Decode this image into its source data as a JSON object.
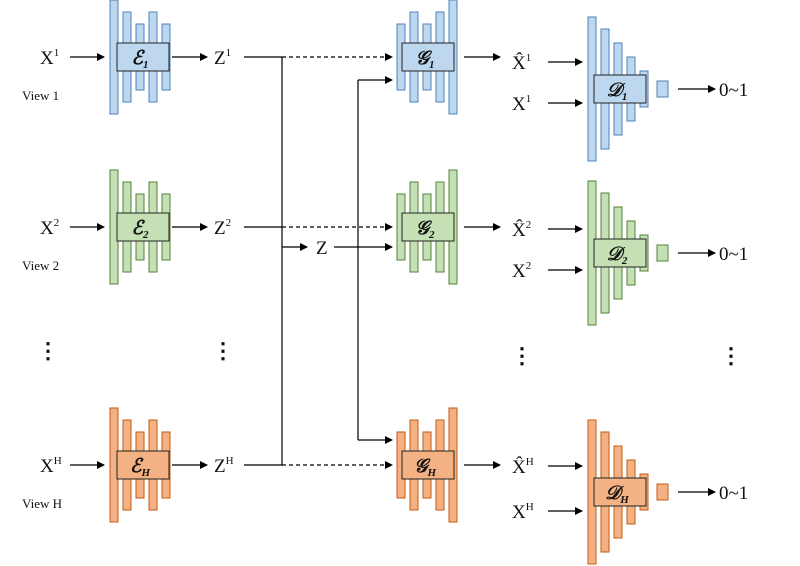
{
  "colors": {
    "view1": {
      "fill": "#bdd7ee",
      "stroke": "#4f81bd"
    },
    "view2": {
      "fill": "#c5e0b4",
      "stroke": "#548235"
    },
    "viewH": {
      "fill": "#f4b183",
      "stroke": "#c55a11"
    },
    "line": "#000000"
  },
  "rows": [
    {
      "id": "1",
      "color_key": "view1",
      "input_label": "X",
      "input_sup": "1",
      "view_label": "View 1",
      "encoder_letter": "ℰ",
      "encoder_sub": "1",
      "latent_label": "Z",
      "latent_sup": "1",
      "generator_letter": "𝒢",
      "generator_sub": "1",
      "recon_label": "X̂",
      "recon_sup": "1",
      "real_label": "X",
      "real_sup": "1",
      "discriminator_letter": "𝒟",
      "discriminator_sub": "1",
      "output_label": "0~1"
    },
    {
      "id": "2",
      "color_key": "view2",
      "input_label": "X",
      "input_sup": "2",
      "view_label": "View 2",
      "encoder_letter": "ℰ",
      "encoder_sub": "2",
      "latent_label": "Z",
      "latent_sup": "2",
      "generator_letter": "𝒢",
      "generator_sub": "2",
      "recon_label": "X̂",
      "recon_sup": "2",
      "real_label": "X",
      "real_sup": "2",
      "discriminator_letter": "𝒟",
      "discriminator_sub": "2",
      "output_label": "0~1"
    },
    {
      "id": "H",
      "color_key": "viewH",
      "input_label": "X",
      "input_sup": "H",
      "view_label": "View H",
      "encoder_letter": "ℰ",
      "encoder_sub": "H",
      "latent_label": "Z",
      "latent_sup": "H",
      "generator_letter": "𝒢",
      "generator_sub": "H",
      "recon_label": "X̂",
      "recon_sup": "H",
      "real_label": "X",
      "real_sup": "H",
      "discriminator_letter": "𝒟",
      "discriminator_sub": "H",
      "output_label": "0~1"
    }
  ],
  "shared_latent_label": "Z",
  "ellipsis": "⋮"
}
